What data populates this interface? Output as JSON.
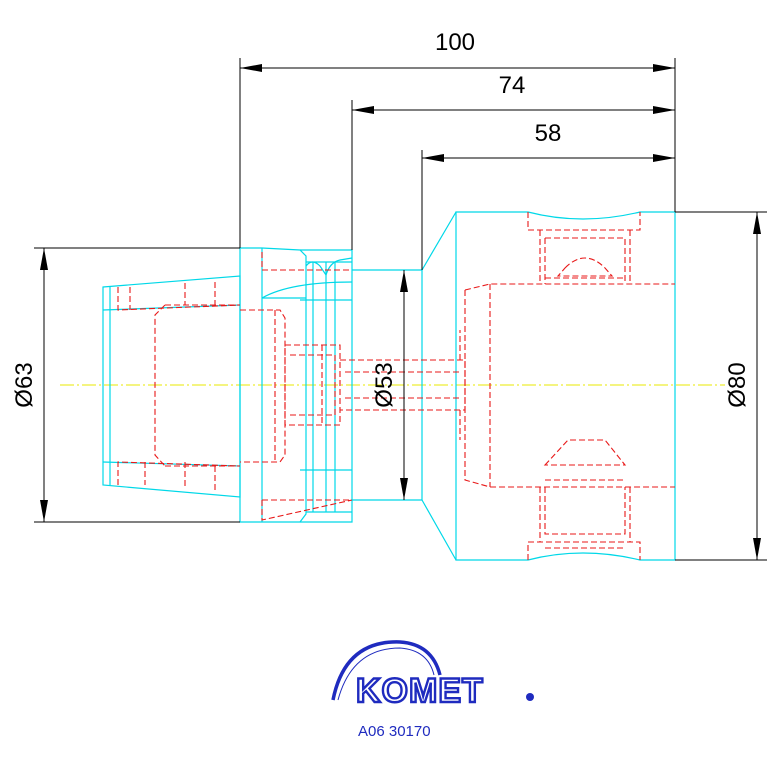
{
  "dimensions": {
    "len_100": "100",
    "len_74": "74",
    "len_58": "58",
    "dia_63": "Ø63",
    "dia_53": "Ø53",
    "dia_80": "Ø80"
  },
  "logo": {
    "text": "KOMET",
    "part_number": "A06 30170"
  },
  "colors": {
    "outline": "#00d8e8",
    "hidden_lines": "#e81818",
    "dimensions": "#000000",
    "centerline": "#e8e800",
    "logo": "#1f2bbf"
  }
}
